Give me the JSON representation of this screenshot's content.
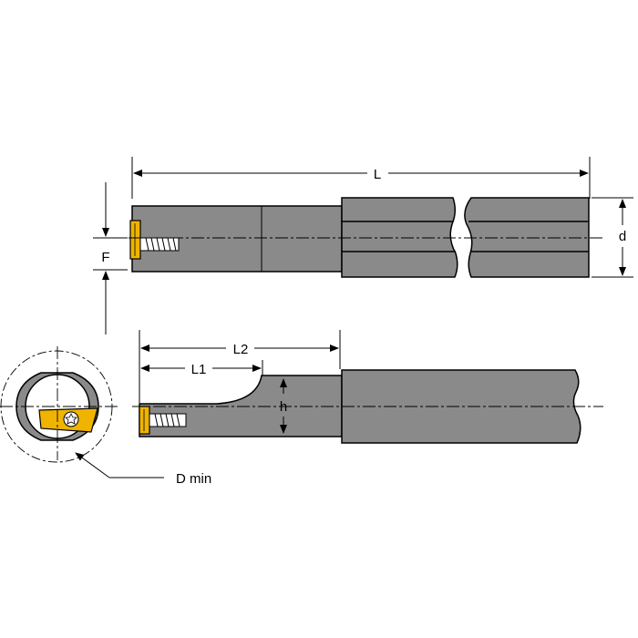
{
  "labels": {
    "L": "L",
    "d": "d",
    "F": "F",
    "L1": "L1",
    "L2": "L2",
    "h": "h",
    "Dmin": "D min"
  },
  "colors": {
    "body": "#8a8a8a",
    "outline": "#000000",
    "insert": "#f0b400",
    "centerline": "#000000"
  }
}
